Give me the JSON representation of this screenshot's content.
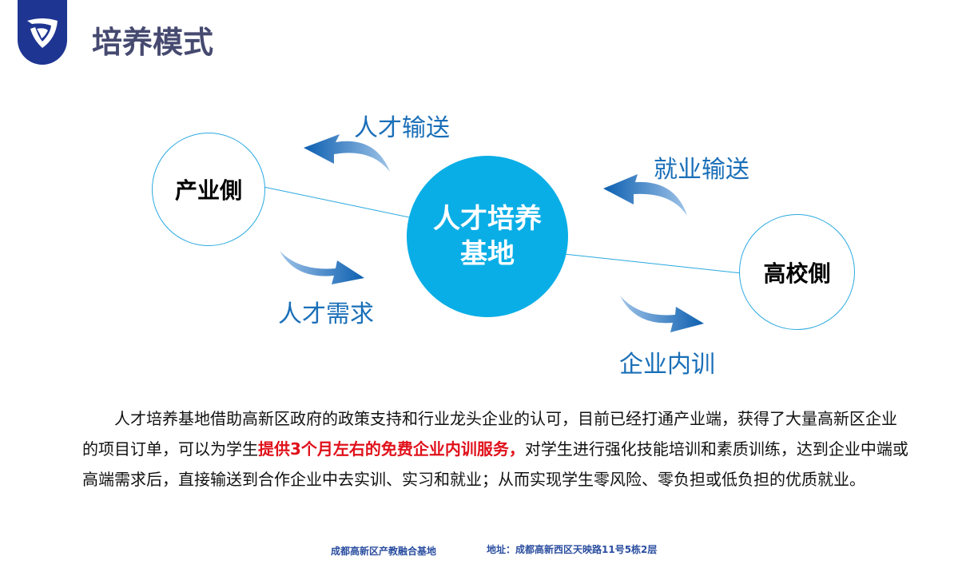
{
  "header": {
    "title": "培养模式",
    "logo_icon": "shield-logo-icon"
  },
  "diagram": {
    "center": "人才培养基地",
    "center_lines": [
      "人才培养",
      "基地"
    ],
    "left": "产业側",
    "right": "高校側",
    "arrows": {
      "talent_supply": "人才输送",
      "employment_supply": "就业输送",
      "talent_demand": "人才需求",
      "enterprise_training": "企业内训"
    },
    "colors": {
      "circle": "#0aaee6",
      "arrow": "#1a6fb8"
    }
  },
  "paragraph": {
    "before": "人才培养基地借助高新区政府的政策支持和行业龙头企业的认可，目前已经打通产业端，获得了大量高新区企业的项目订单，可以为学生",
    "highlight": "提供3个月左右的免费企业内训服务，",
    "after": "对学生进行强化技能培训和素质训练，达到企业中端或高端需求后，直接输送到合作企业中去实训、实习和就业；从而实现学生零风险、零负担或低负担的优质就业。"
  },
  "footer": {
    "org": "成都高新区产教融合基地",
    "address": "地址：成都高新西区天映路11号5栋2层"
  }
}
